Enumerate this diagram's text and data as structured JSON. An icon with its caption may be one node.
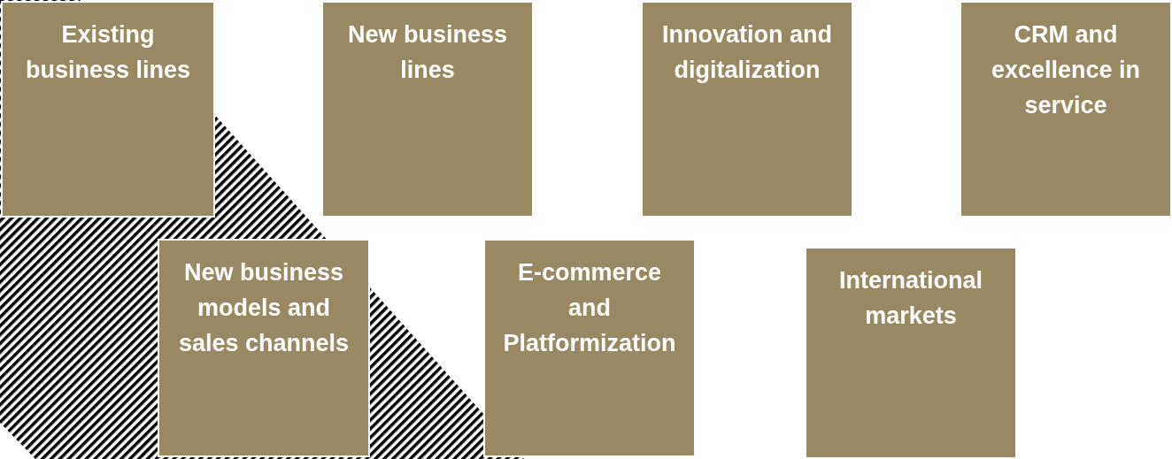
{
  "diagram": {
    "nodes": [
      {
        "text": [
          "Existing business lines"
        ]
      },
      {
        "text": [
          "New business lines"
        ]
      },
      {
        "text": [
          "Innovation and digitalization"
        ]
      },
      {
        "text": [
          "CRM and excellence in service"
        ]
      },
      {
        "text": [
          "New business models and sales channels"
        ]
      },
      {
        "text": [
          "E-commerce and Platformization"
        ]
      },
      {
        "text": [
          "International markets"
        ]
      }
    ]
  }
}
